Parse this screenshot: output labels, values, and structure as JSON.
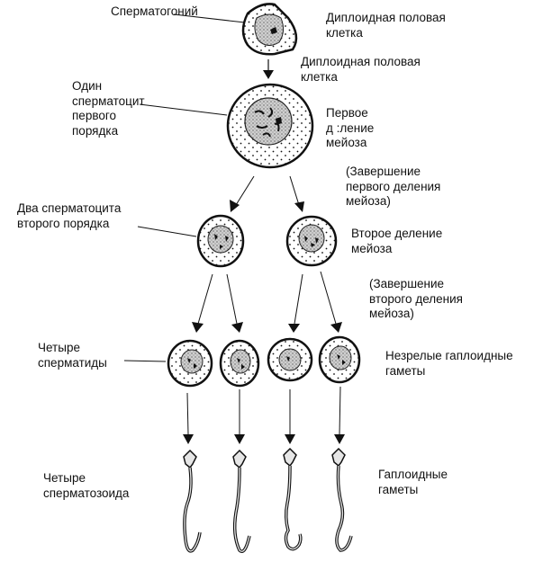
{
  "diagram": {
    "title": "",
    "stages": [
      {
        "id": "spermatogonium",
        "name": "Сперматогоний",
        "desc": [
          "Диплоидная половая",
          "клетка"
        ]
      },
      {
        "id": "primary",
        "name": [
          "Один",
          "сперматоцит",
          "первого",
          "порядка"
        ],
        "desc": [
          "Первое",
          "д :ление",
          "мейоза"
        ]
      },
      {
        "id": "secondary",
        "name": [
          "Два сперматоцита",
          "второго порядка"
        ],
        "desc": [
          "Второе деление",
          "мейоза"
        ]
      },
      {
        "id": "spermatids",
        "name": [
          "Четыре",
          "сперматиды"
        ],
        "desc": [
          "Незрелые гаплоидные",
          "гаметы"
        ]
      },
      {
        "id": "sperm",
        "name": [
          "Четыре",
          "сперматозоида"
        ],
        "desc": [
          "Гаплоидные",
          "гаметы"
        ]
      }
    ],
    "arrow_label_1": [
      "Диплоидная половая",
      "клетка"
    ],
    "note_1": [
      "(Завершение",
      "первого деления",
      "мейоза)"
    ],
    "note_2": [
      "(Завершение",
      "второго деления",
      "мейоза)"
    ]
  }
}
